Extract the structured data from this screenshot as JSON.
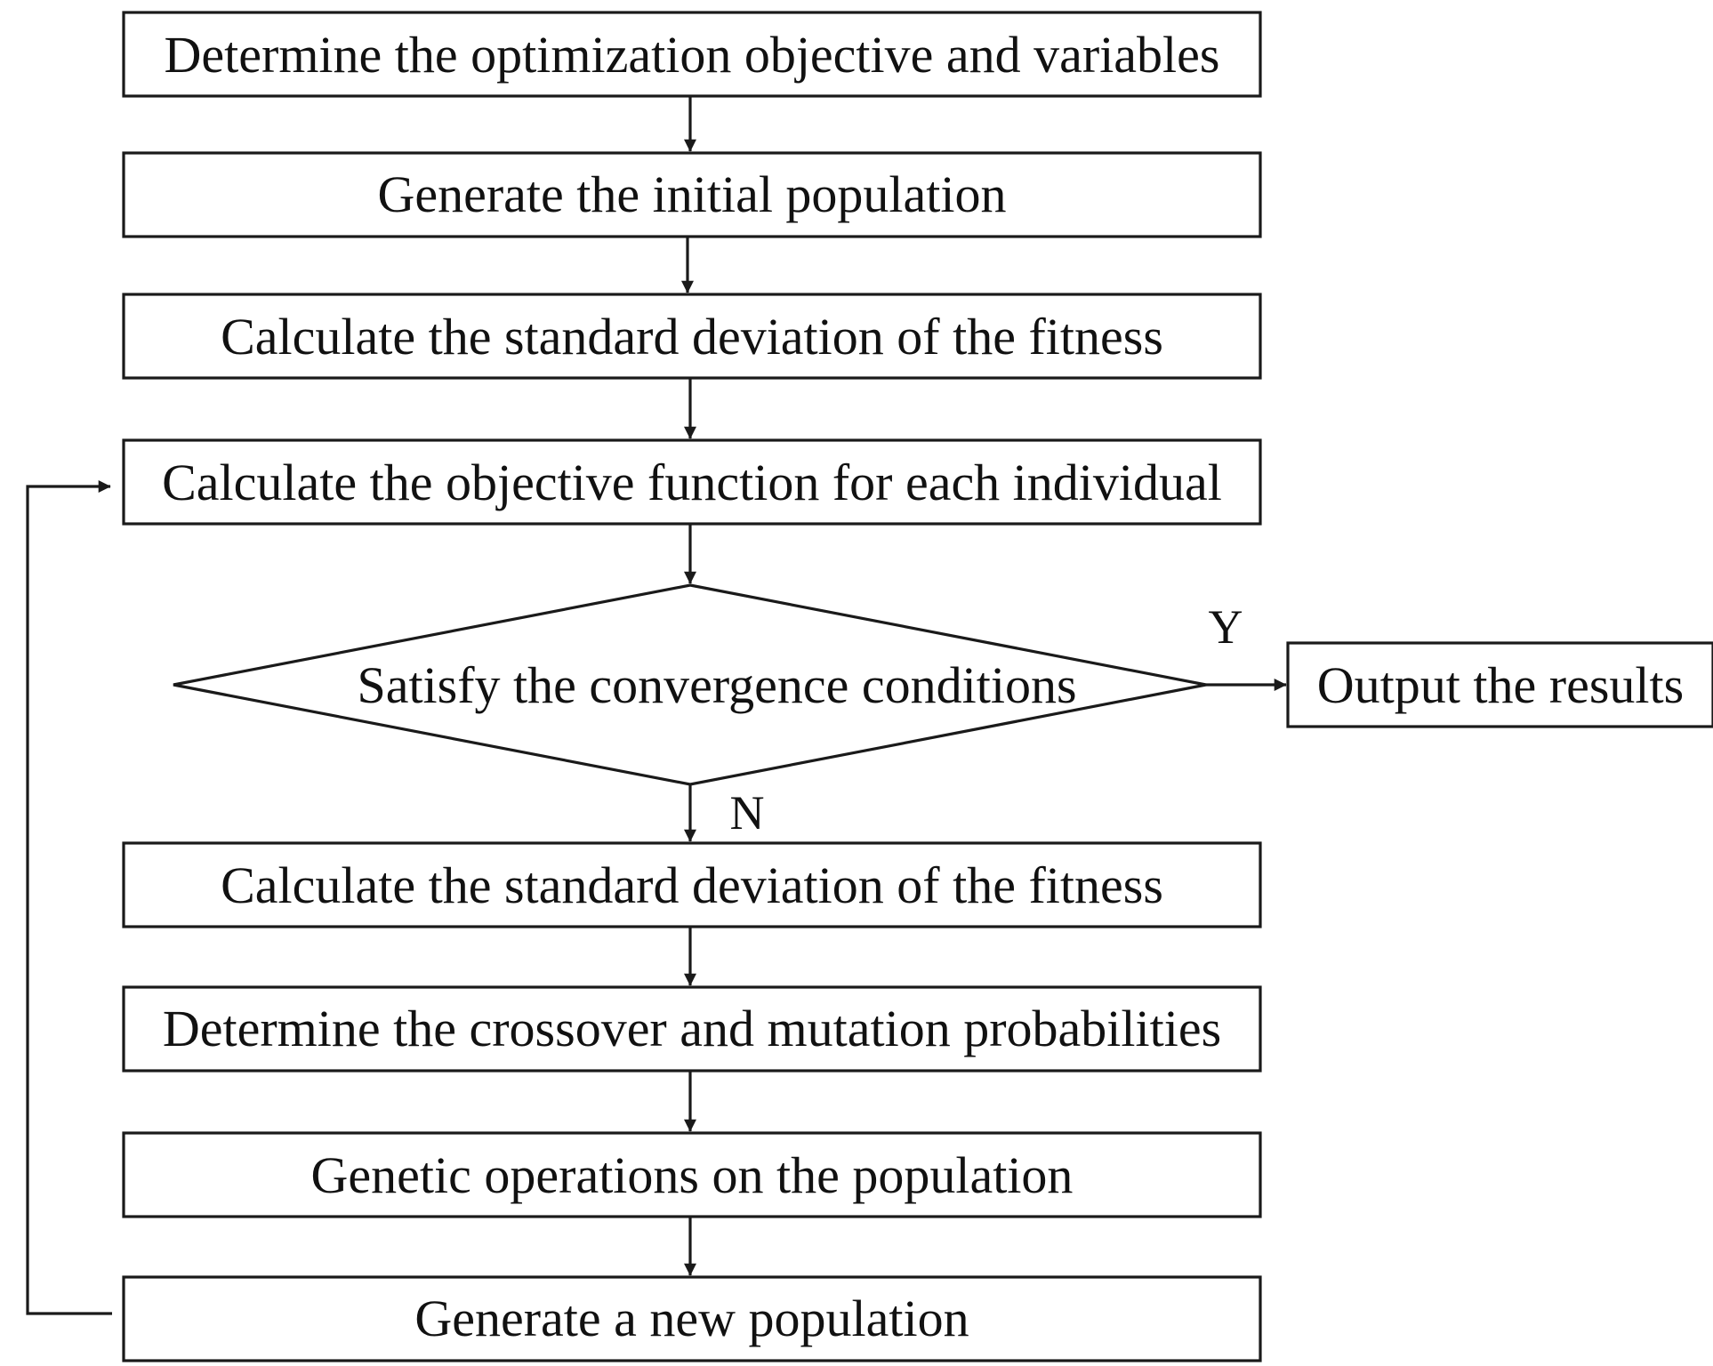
{
  "flowchart": {
    "steps": [
      "Determine the optimization objective and variables",
      "Generate the initial population",
      "Calculate the standard deviation of the fitness",
      "Calculate the objective function for each individual"
    ],
    "decision": "Satisfy the convergence conditions",
    "yes_label": "Y",
    "no_label": "N",
    "output": "Output the results",
    "loop_steps": [
      "Calculate the standard deviation of the fitness",
      "Determine the crossover and mutation probabilities",
      "Genetic operations on the population",
      "Generate a new population"
    ]
  }
}
